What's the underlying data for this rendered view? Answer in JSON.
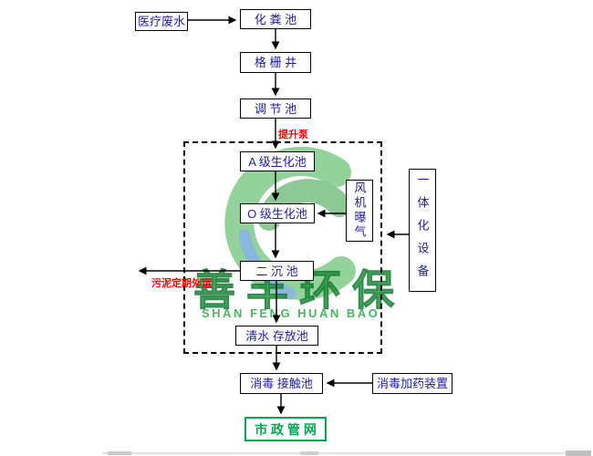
{
  "flow": {
    "nodes": {
      "source": {
        "label": "医疗废水"
      },
      "septic": {
        "label": "化 粪 池"
      },
      "grid_well": {
        "label": "格 栅 井"
      },
      "regulating": {
        "label": "调 节 池"
      },
      "bio_a": {
        "label": "A 级生化池"
      },
      "bio_o": {
        "label": "O 级生化池"
      },
      "secondary_sed": {
        "label": "二 沉 池"
      },
      "clear_water": {
        "label": "清水 存放池"
      },
      "disinfection": {
        "label": "消毒 接触池"
      },
      "municipal": {
        "label": "市 政 管 网"
      },
      "fan_aeration": {
        "label": "风机曝气"
      },
      "integrated": {
        "label": "一体化设备"
      },
      "dosing": {
        "label": "消毒加药装置"
      }
    },
    "labels": {
      "lift_pump": "提升泵",
      "sludge_out": "污泥定期外运"
    }
  },
  "watermark": {
    "cn": "善丰环保",
    "en": "SHAN FENG HUAN BAO"
  },
  "colors": {
    "node_text": "#1f1f9c",
    "node_border": "#000000",
    "red_label": "#fe0000",
    "municipal_green": "#00a651",
    "watermark_green": "#2fa84a",
    "watermark_blue": "#2b7fc1"
  }
}
